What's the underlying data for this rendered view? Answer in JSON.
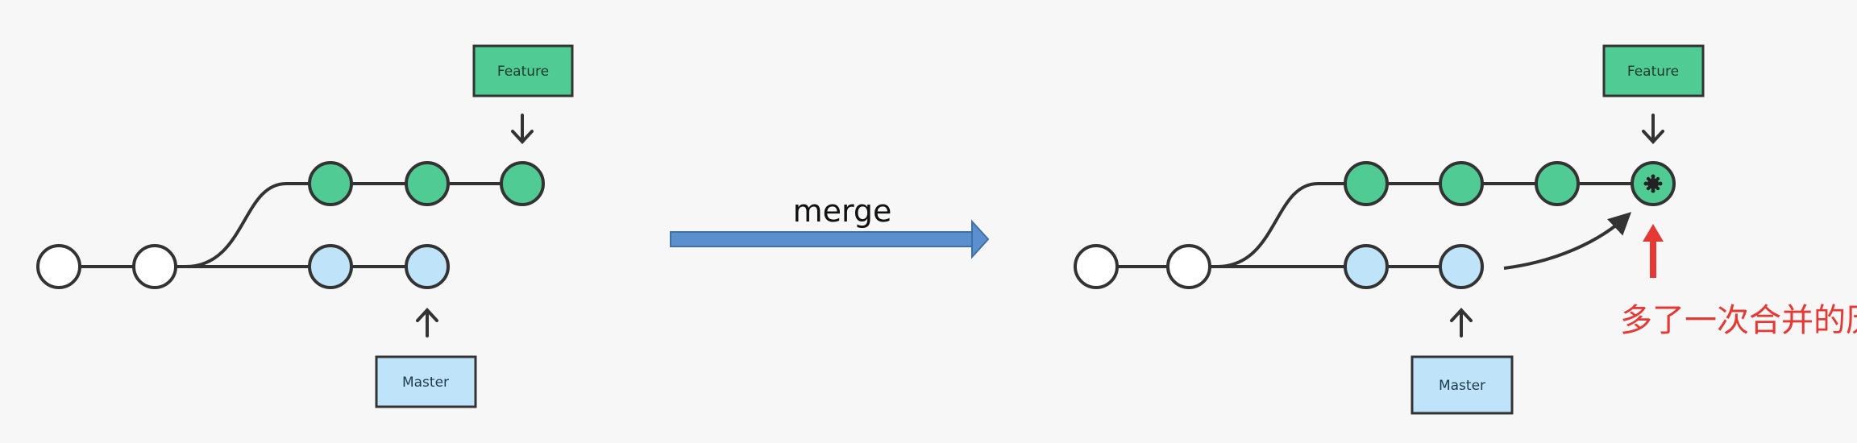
{
  "diagram": {
    "left": {
      "feature_label": "Feature",
      "master_label": "Master"
    },
    "operation": {
      "label": "merge"
    },
    "right": {
      "feature_label": "Feature",
      "master_label": "Master",
      "annotation": "多了一次合并的历史"
    }
  },
  "colors": {
    "background": "#f7f7f7",
    "feature_node": "#4fcb93",
    "master_node": "#bfe3f8",
    "base_node": "#ffffff",
    "line": "#333333",
    "merge_arrow": "#5b8fce",
    "annotation": "#e53935"
  }
}
